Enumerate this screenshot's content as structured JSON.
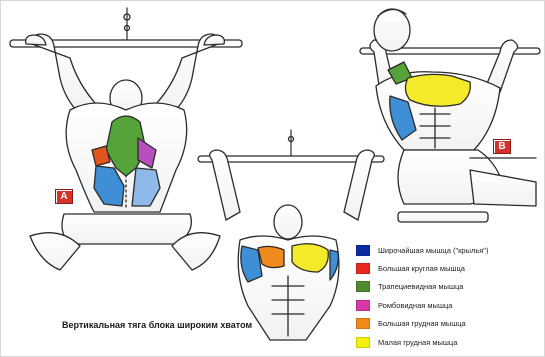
{
  "figure": {
    "caption": "Вертикальная тяга блока широким хватом",
    "badges": {
      "a": "A",
      "b": "B"
    }
  },
  "legend": {
    "items": [
      {
        "label": "Широчайшая мышца (\"крылья\")",
        "color": "#0a2ca0"
      },
      {
        "label": "Большая круглая мышца",
        "color": "#e8281e"
      },
      {
        "label": "Трапециевидная мышца",
        "color": "#4f8a2d"
      },
      {
        "label": "Ромбовидная мышца",
        "color": "#d837a8"
      },
      {
        "label": "Большая грудная мышца",
        "color": "#f08a1c"
      },
      {
        "label": "Малая грудная мышца",
        "color": "#f4f00e"
      }
    ]
  },
  "colors": {
    "latissimus": "#3f8fd6",
    "teres_major": "#e3541e",
    "trapezius": "#56a33a",
    "rhomboid": "#b84fc0",
    "pectoralis_major": "#f08a1c",
    "pectoralis_minor": "#f4ea2a",
    "ink": "#2b2b2b",
    "badge": "#d4322c"
  },
  "icons": {
    "figure_a": "lat-pulldown-back-view-illustration",
    "figure_b": "lat-pulldown-side-view-illustration",
    "figure_c": "lat-pulldown-front-view-illustration"
  }
}
